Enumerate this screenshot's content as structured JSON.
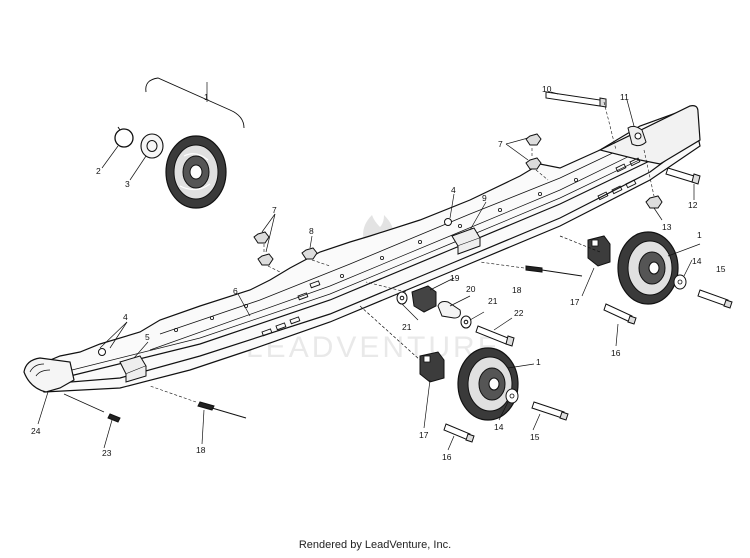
{
  "callouts": {
    "c1a": "1",
    "c1b": "1",
    "c1c": "1",
    "c2": "2",
    "c3": "3",
    "c4a": "4",
    "c4b": "4",
    "c5": "5",
    "c6": "6",
    "c7a": "7",
    "c7b": "7",
    "c8": "8",
    "c9": "9",
    "c10": "10",
    "c11": "11",
    "c12": "12",
    "c13": "13",
    "c14a": "14",
    "c14b": "14",
    "c15a": "15",
    "c15b": "15",
    "c16a": "16",
    "c16b": "16",
    "c17a": "17",
    "c17b": "17",
    "c18a": "18",
    "c18b": "18",
    "c19": "19",
    "c20": "20",
    "c21a": "21",
    "c21b": "21",
    "c22": "22",
    "c23": "23",
    "c24": "24"
  },
  "watermark": "LEADVENTURE",
  "footer": "Rendered by LeadVenture, Inc."
}
